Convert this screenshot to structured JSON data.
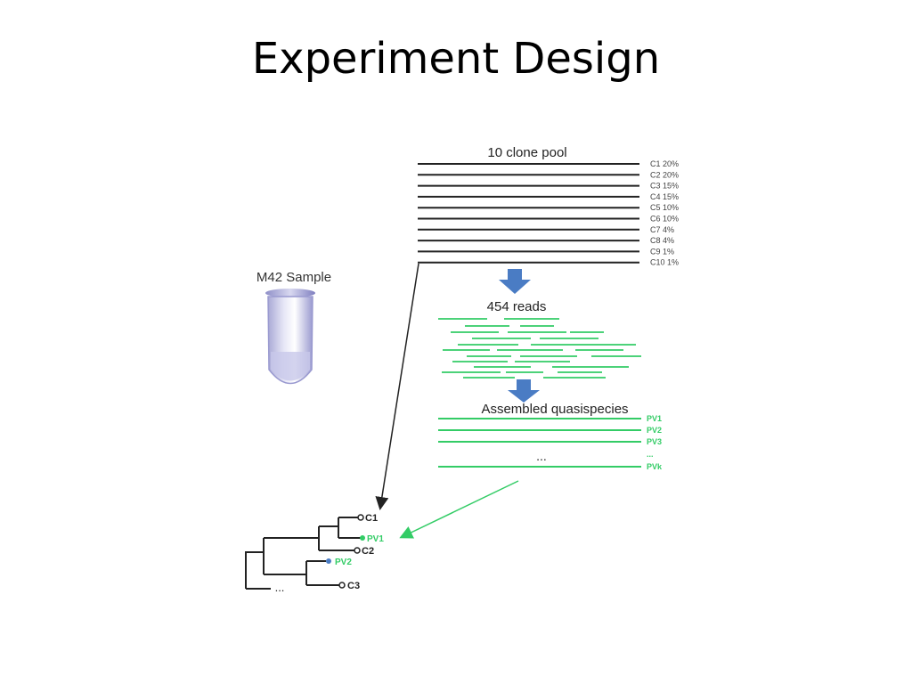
{
  "slide": {
    "title": "Experiment Design"
  },
  "sample": {
    "label": "M42 Sample"
  },
  "clone_pool": {
    "title": "10 clone pool",
    "clones": [
      "C1 20%",
      "C2 20%",
      "C3 15%",
      "C4 15%",
      "C5 10%",
      "C6 10%",
      "C7  4%",
      "C8  4%",
      "C9  1%",
      "C10 1%"
    ]
  },
  "reads": {
    "label": "454 reads"
  },
  "assembled": {
    "title": "Assembled  quasispecies",
    "items": [
      "PV1",
      "PV2",
      "PV3",
      "...",
      "PVk"
    ],
    "ellipsis": "..."
  },
  "tree": {
    "labels": [
      "C1",
      "PV1",
      "C2",
      "PV2",
      "C3"
    ],
    "ellipsis": "..."
  },
  "colors": {
    "line": "#222222",
    "green": "#33cc66",
    "arrow_blue": "#4a7cc4",
    "tube_purple": "#8f8fc8",
    "pv2_dot": "#4a7cc4"
  }
}
